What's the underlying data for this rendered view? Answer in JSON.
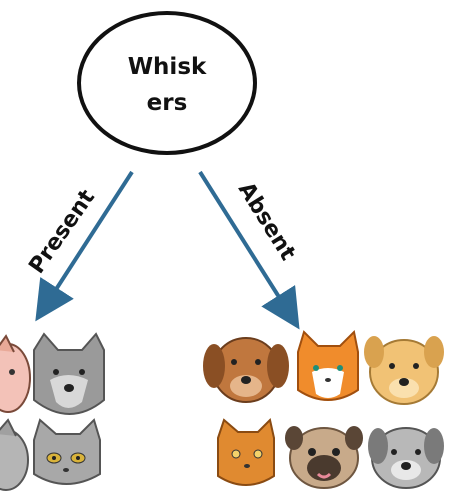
{
  "root": {
    "label_line1": "Whisk",
    "label_line2": "ers"
  },
  "edges": [
    {
      "label": "Present"
    },
    {
      "label": "Absent"
    }
  ],
  "groups": [
    {
      "icons": [
        "cat-icon",
        "gray-wolf-cat-icon",
        "gray-cat-icon",
        "gray-cat-icon"
      ]
    },
    {
      "icons": [
        "brown-dog-icon",
        "orange-cat-icon",
        "tan-dog-icon",
        "orange-cat-icon",
        "pug-dog-icon",
        "gray-dog-icon"
      ]
    }
  ],
  "colors": {
    "arrow": "#2f6b94",
    "node_stroke": "#111111"
  }
}
